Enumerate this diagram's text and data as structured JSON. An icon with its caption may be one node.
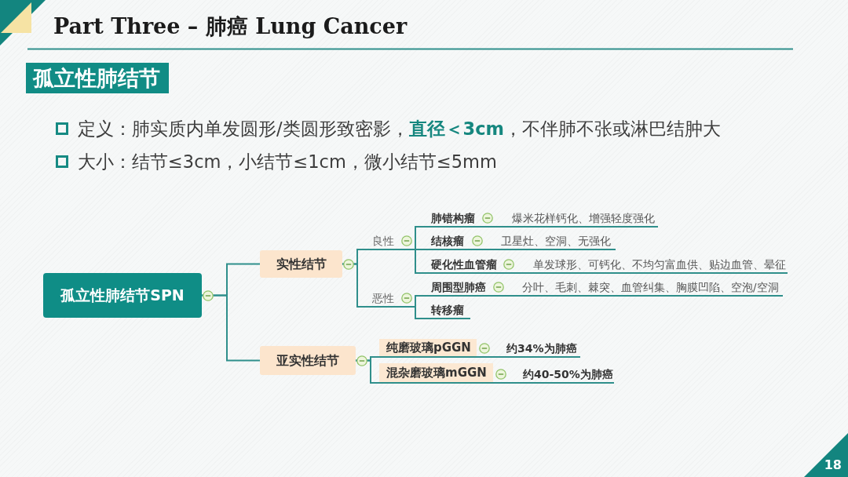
{
  "diagram": {
    "title": "Part Three – 肺癌 Lung Cancer",
    "nodes": [
      {
        "text": [
          "孤立性肺结节"
        ]
      },
      {
        "text": [
          "孤立性肺结节SPN"
        ]
      },
      {
        "text": [
          "实性结节"
        ]
      },
      {
        "text": [
          "亚实性结节"
        ]
      },
      {
        "text": [
          "良性"
        ]
      },
      {
        "text": [
          "恶性"
        ]
      },
      {
        "text": [
          "肺错构瘤"
        ]
      },
      {
        "text": [
          "爆米花样钙化、增强轻度强化"
        ]
      },
      {
        "text": [
          "结核瘤"
        ]
      },
      {
        "text": [
          "卫星灶、空洞、无强化"
        ]
      },
      {
        "text": [
          "硬化性血管瘤"
        ]
      },
      {
        "text": [
          "单发球形、可钙化、不均匀富血供、贴边血管、晕征"
        ]
      },
      {
        "text": [
          "周围型肺癌"
        ]
      },
      {
        "text": [
          "分叶、毛刺、棘突、血管纠集、胸膜凹陷、空泡/空洞"
        ]
      },
      {
        "text": [
          "转移瘤"
        ]
      },
      {
        "text": [
          "纯磨玻璃pGGN"
        ]
      },
      {
        "text": [
          "约34%为肺癌"
        ]
      },
      {
        "text": [
          "混杂磨玻璃mGGN"
        ]
      },
      {
        "text": [
          "约40-50%为肺癌"
        ]
      }
    ],
    "edges": [
      {
        "from": 1,
        "to": 2,
        "arrow": "none"
      },
      {
        "from": 1,
        "to": 3,
        "arrow": "none"
      },
      {
        "from": 2,
        "to": 4,
        "arrow": "none"
      },
      {
        "from": 2,
        "to": 5,
        "arrow": "none"
      },
      {
        "from": 4,
        "to": 6,
        "arrow": "none"
      },
      {
        "from": 4,
        "to": 8,
        "arrow": "none"
      },
      {
        "from": 4,
        "to": 10,
        "arrow": "none"
      },
      {
        "from": 5,
        "to": 12,
        "arrow": "none"
      },
      {
        "from": 5,
        "to": 14,
        "arrow": "none"
      },
      {
        "from": 6,
        "to": 7,
        "arrow": "none"
      },
      {
        "from": 8,
        "to": 9,
        "arrow": "none"
      },
      {
        "from": 10,
        "to": 11,
        "arrow": "none"
      },
      {
        "from": 12,
        "to": 13,
        "arrow": "none"
      },
      {
        "from": 3,
        "to": 15,
        "arrow": "none"
      },
      {
        "from": 3,
        "to": 17,
        "arrow": "none"
      },
      {
        "from": 15,
        "to": 16,
        "arrow": "none"
      },
      {
        "from": 17,
        "to": 18,
        "arrow": "none"
      }
    ],
    "labels": [
      "定义：肺实质内单发圆形/类圆形致密影，**直径＜3cm**，不伴肺不张或淋巴结肿大",
      "大小：结节≤3cm，小结节≤1cm，微小结节≤5mm",
      "18"
    ]
  }
}
